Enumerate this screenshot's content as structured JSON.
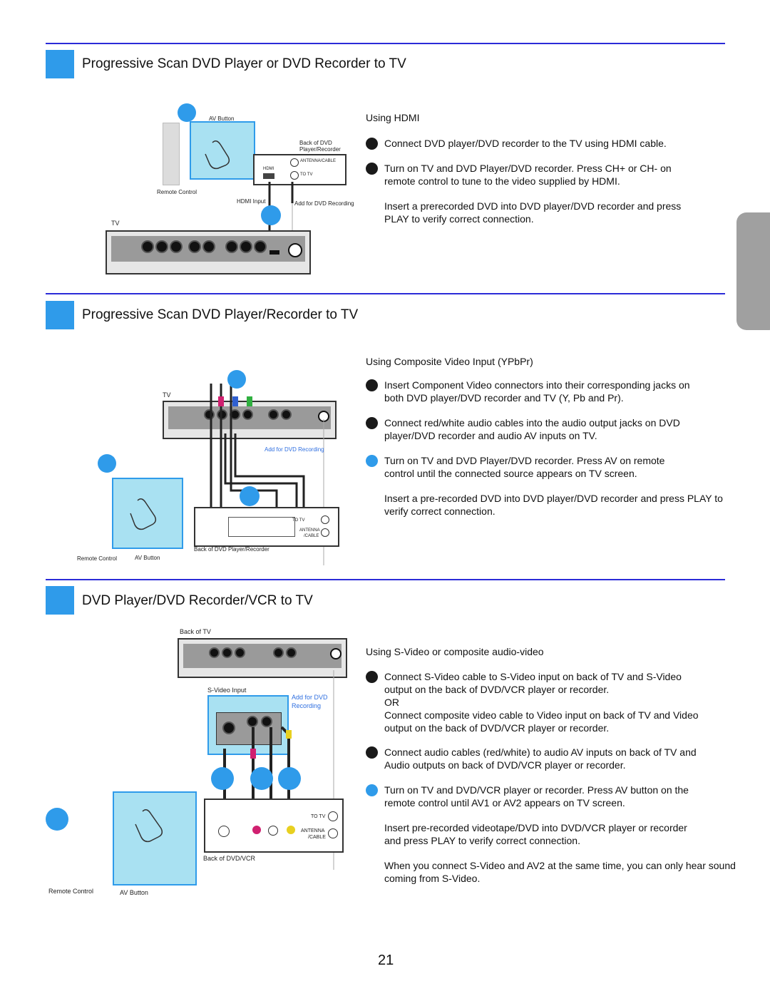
{
  "sections": [
    {
      "title": "Progressive Scan DVD Player or DVD Recorder to TV",
      "subtitle": "Using HDMI",
      "steps": [
        [
          "Connect DVD player/DVD recorder to the TV using HDMI cable."
        ],
        [
          "Turn on TV and DVD Player/DVD recorder. Press CH+ or CH- on",
          "remote control to tune to the video supplied by HDMI."
        ],
        [
          "Insert a prerecorded DVD into DVD player/DVD recorder and press",
          "PLAY to verify correct connection."
        ]
      ],
      "diagram": {
        "av_button": "AV Button",
        "remote_control": "Remote Control",
        "back_of_dvd": "Back of DVD",
        "player_recorder": "Player/Recorder",
        "antenna_cable": "ANTENNA/CABLE",
        "hdmi": "HDMI",
        "to_tv": "TO TV",
        "hdmi_input": "HDMI Input",
        "add_for_dvd": "Add for DVD Recording",
        "tv": "TV"
      }
    },
    {
      "title": "Progressive Scan DVD Player/Recorder to TV",
      "subtitle": "Using Composite Video Input (YPbPr)",
      "steps": [
        [
          "Insert Component Video connectors into their corresponding jacks on",
          "both DVD player/DVD recorder and TV (Y, Pb and Pr)."
        ],
        [
          "Connect red/white audio cables into the audio output jacks on DVD",
          "player/DVD recorder and audio AV inputs on TV."
        ],
        [
          "Turn on TV and DVD Player/DVD recorder. Press AV on remote",
          "control until the connected source appears on TV screen."
        ],
        [
          "Insert a pre-recorded DVD into DVD player/DVD recorder and press PLAY to",
          "verify correct connection."
        ]
      ],
      "diagram": {
        "tv": "TV",
        "add_for_dvd": "Add for DVD Recording",
        "to_tv": "TO TV",
        "antenna": "ANTENNA",
        "cable": "/CABLE",
        "back_of_dvd": "Back of DVD Player/Recorder",
        "remote_control": "Remote Control",
        "av_button": "AV Button"
      }
    },
    {
      "title": "DVD Player/DVD Recorder/VCR to TV",
      "subtitle": "Using S-Video or composite audio-video",
      "steps": [
        [
          "Connect S-Video cable to S-Video input on back of TV and S-Video",
          "output on the back of DVD/VCR player or recorder.",
          "OR",
          "Connect composite video cable to Video input on back of TV and Video",
          "output on the back of DVD/VCR player or recorder."
        ],
        [
          "Connect audio cables (red/white) to audio AV inputs on back of TV and",
          "Audio outputs on back of DVD/VCR player or recorder."
        ],
        [
          "Turn on TV and DVD/VCR player or recorder. Press AV button on the",
          "remote control until AV1 or AV2  appears on TV screen."
        ],
        [
          "Insert pre-recorded videotape/DVD into DVD/VCR player or recorder",
          "and press PLAY to verify correct connection."
        ],
        [
          "When you connect S-Video and AV2 at the same time, you can only hear sound",
          "coming from S-Video."
        ]
      ],
      "diagram": {
        "back_of_tv": "Back of TV",
        "s_video_input": "S-Video Input",
        "add_for_dvd_1": "Add for DVD",
        "add_for_dvd_2": "Recording",
        "to_tv": "TO TV",
        "antenna": "ANTENNA",
        "cable": "/CABLE",
        "back_of_dvd_vcr": "Back of DVD/VCR",
        "remote_control": "Remote Control",
        "av_button": "AV Button"
      }
    }
  ],
  "page_number": "21",
  "colors": {
    "accent_blue": "#2f9bea",
    "rule_blue": "#2b2bd8",
    "side_tab": "#a0a0a0"
  }
}
